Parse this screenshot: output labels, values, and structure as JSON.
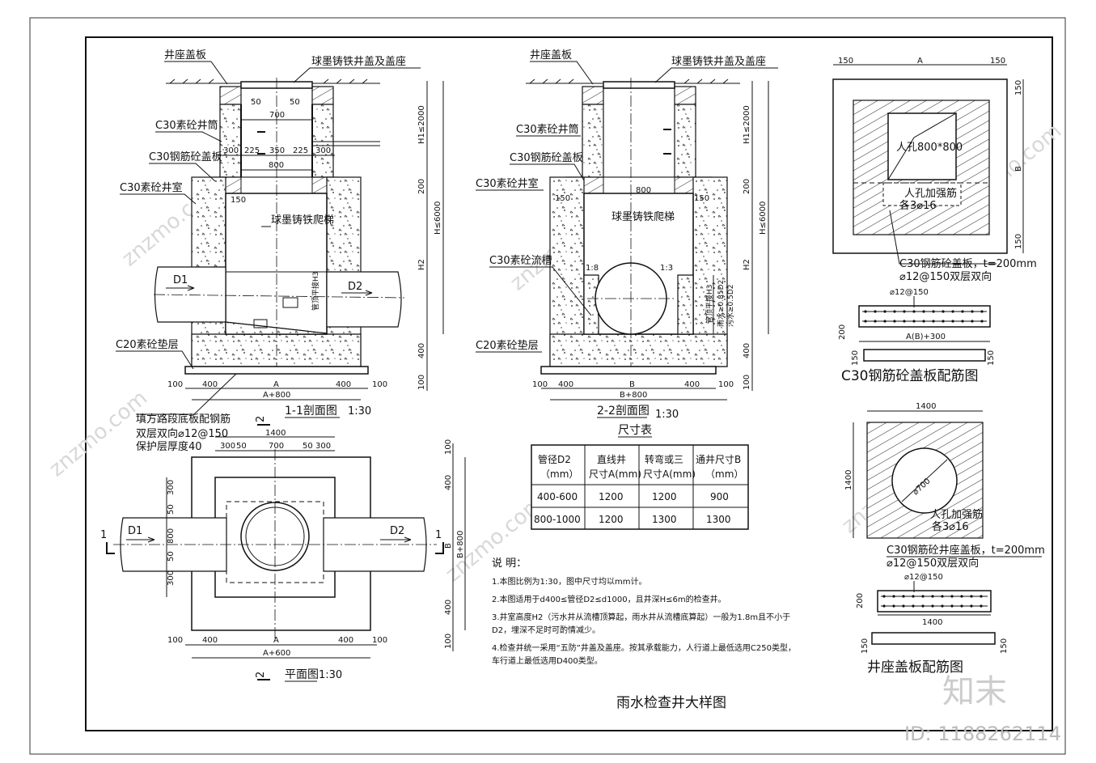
{
  "drawing_title": "雨水检查井大样图",
  "watermark": {
    "site_mark": "znzmo.com",
    "logo_text": "知末",
    "id_text": "ID: 1188262114"
  },
  "section_1_1": {
    "title": "1-1剖面图",
    "scale": "1:30",
    "labels": {
      "cover_plate": "井座盖板",
      "manhole_cover": "球墨铸铁井盖及盖座",
      "shaft": "C30素砼井筒",
      "slab": "C30钢筋砼盖板",
      "chamber": "C30素砼井室",
      "ladder": "球墨铸铁爬梯",
      "cushion": "C20素砼垫层",
      "d1": "D1",
      "d2": "D2",
      "slope": "管顶平接H3",
      "fill_note_1": "填方路段底板配钢筋",
      "fill_note_2": "双层双向⌀12@150",
      "fill_note_3": "保护层厚度40",
      "cut_mark": "2"
    },
    "dims": {
      "top_50_left": "50",
      "top_50_right": "50",
      "top_700": "700",
      "d300a": "300",
      "d225a": "225",
      "d350": "350",
      "d225b": "225",
      "d300b": "300",
      "d800": "800",
      "d150": "150",
      "b100a": "100",
      "b400a": "400",
      "bA": "A",
      "b400b": "400",
      "b100b": "100",
      "bA800": "A+800",
      "v_h1": "H1≤2000",
      "v_200": "200",
      "v_h6000": "H≤6000",
      "v_h2": "H2",
      "v_400": "400",
      "v_100": "100"
    }
  },
  "section_2_2": {
    "title": "2-2剖面图",
    "scale": "1:30",
    "labels": {
      "cover_plate": "井座盖板",
      "manhole_cover": "球墨铸铁井盖及盖座",
      "shaft": "C30素砼井筒",
      "slab": "C30钢筋砼盖板",
      "chamber": "C30素砼井室",
      "ladder": "球墨铸铁爬梯",
      "channel": "C30素砼流槽",
      "cushion": "C20素砼垫层",
      "ratio_l": "1:8",
      "ratio_r": "1:3",
      "h3": "管顶平接H3",
      "h_rain": "雨水≥0.85D2",
      "h_sewer": "污水≥0.5D2"
    },
    "dims": {
      "d150a": "150",
      "d800": "800",
      "d150b": "150",
      "b100a": "100",
      "b400a": "400",
      "bB": "B",
      "b400b": "400",
      "b100b": "100",
      "bB800": "B+800",
      "v_h1": "H1≤2000",
      "v_200": "200",
      "v_h6000": "H≤6000",
      "v_h2": "H2",
      "v_400": "400",
      "v_100": "100"
    }
  },
  "size_table": {
    "title": "尺寸表",
    "headers": [
      "管径D2\n（mm）",
      "直线井\n尺寸A(mm)",
      "转弯或三\n尺寸A(mm)",
      "通井尺寸B\n（mm）"
    ],
    "header_lines": [
      [
        "管径D2",
        "（mm）"
      ],
      [
        "直线井",
        "尺寸A(mm)"
      ],
      [
        "转弯或三",
        "尺寸A(mm)"
      ],
      [
        "通井尺寸B",
        "（mm）"
      ]
    ],
    "rows": [
      [
        "400-600",
        "1200",
        "1200",
        "900"
      ],
      [
        "800-1000",
        "1200",
        "1300",
        "1300"
      ]
    ]
  },
  "notes": {
    "heading": "说 明：",
    "items": [
      "1.本图比例为1:30，图中尺寸均以mm计。",
      "2.本图适用于d400≤管径D2≤d1000，且井深H≤6m的检查井。",
      "3.井室高度H2（污水井从流槽顶算起，雨水井从流槽底算起）一般为1.8m且不小于",
      "   D2，埋深不足时可酌情减少。",
      "4.检查井统一采用“五防”井盖及盖座。按其承载能力，人行道上最低选用C250类型，",
      "   车行道上最低选用D400类型。"
    ]
  },
  "plan_view": {
    "title": "平面图",
    "scale": "1:30",
    "labels": {
      "d1": "D1",
      "d2": "D2",
      "cut_1": "1",
      "cut_2": "2"
    },
    "dims": {
      "t1400": "1400",
      "t300a": "300",
      "t50a": "50",
      "t700": "700",
      "t50b": "50",
      "t300b": "300",
      "l300a": "300",
      "l50a": "50",
      "l800": "800",
      "l50b": "50",
      "l300b": "300",
      "r100a": "100",
      "r400a": "400",
      "rB": "B",
      "rB800": "B+800",
      "r400b": "400",
      "r100b": "100",
      "b400a": "400",
      "bA": "A",
      "b400b": "400",
      "b100a": "100",
      "b100b": "100",
      "bA600": "A+600"
    }
  },
  "slab_plan": {
    "labels": {
      "opening": "人孔800*800",
      "bar_1": "人孔加强筋",
      "bar_2": "各3⌀16",
      "title": "C30钢筋砼盖板，t=200mm",
      "rebar": "⌀12@150双层双向"
    },
    "dims": {
      "t150a": "150",
      "tA": "A",
      "t150b": "150",
      "r150a": "150",
      "rB": "B",
      "r150b": "150"
    }
  },
  "slab_rebar": {
    "title": "C30钢筋砼盖板配筋图",
    "labels": {
      "bar": "⌀12@150"
    },
    "dims": {
      "h200": "200",
      "w": "A(B)+300",
      "e150a": "150",
      "e150b": "150"
    }
  },
  "seat_plan": {
    "labels": {
      "dia": "⌀700",
      "bar_1": "人孔加强筋",
      "bar_2": "各3⌀16",
      "title": "C30钢筋砼井座盖板，t=200mm",
      "rebar": "⌀12@150双层双向"
    },
    "dims": {
      "top": "1400",
      "left": "1400"
    }
  },
  "seat_rebar": {
    "title": "井座盖板配筋图",
    "labels": {
      "bar": "⌀12@150"
    },
    "dims": {
      "h200": "200",
      "w": "1400",
      "e150a": "150",
      "e150b": "150"
    }
  }
}
